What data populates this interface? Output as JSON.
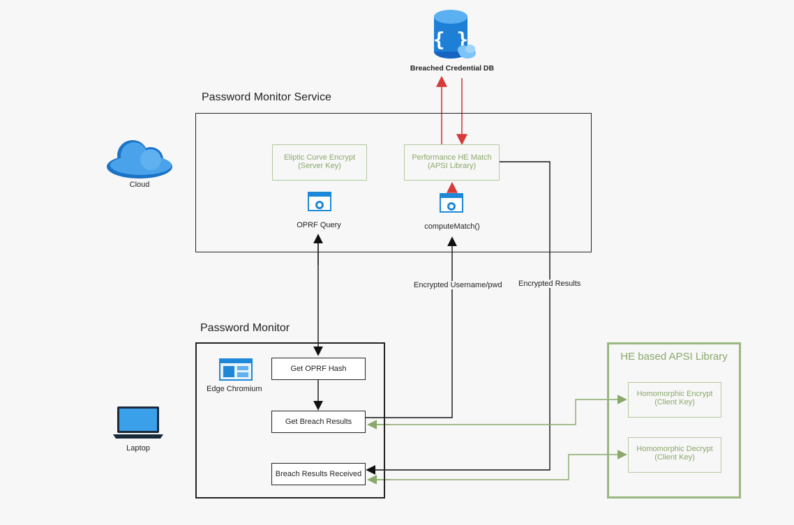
{
  "db": {
    "label": "Breached Credential DB",
    "icon": "database-icon"
  },
  "service": {
    "title": "Password Monitor Service",
    "box_ecc": {
      "line1": "Eliptic Curve Encrypt",
      "line2": "(Server Key)"
    },
    "box_he": {
      "line1": "Performance HE Match",
      "line2": "(APSI Library)"
    },
    "oprf_label": "OPRF Query",
    "compute_label": "computeMatch()"
  },
  "cloud": {
    "label": "Cloud",
    "icon": "cloud-icon"
  },
  "flow_labels": {
    "enc_user": "Encrypted Username/pwd",
    "enc_results": "Encrypted Results"
  },
  "monitor": {
    "title": "Password Monitor",
    "browser_label": "Edge Chromium",
    "steps": [
      "Get OPRF Hash",
      "Get Breach Results",
      "Breach Results Received"
    ]
  },
  "laptop": {
    "label": "Laptop",
    "icon": "laptop-icon"
  },
  "apsi": {
    "title": "HE based APSI Library",
    "encrypt": {
      "line1": "Homomorphic Encrypt",
      "line2": "(Client Key)"
    },
    "decrypt": {
      "line1": "Homomorphic Decrypt",
      "line2": "(Client Key)"
    }
  },
  "colors": {
    "green": "#8aa86a",
    "red": "#d63a3a",
    "blue": "#1e88d8",
    "black": "#111111"
  }
}
